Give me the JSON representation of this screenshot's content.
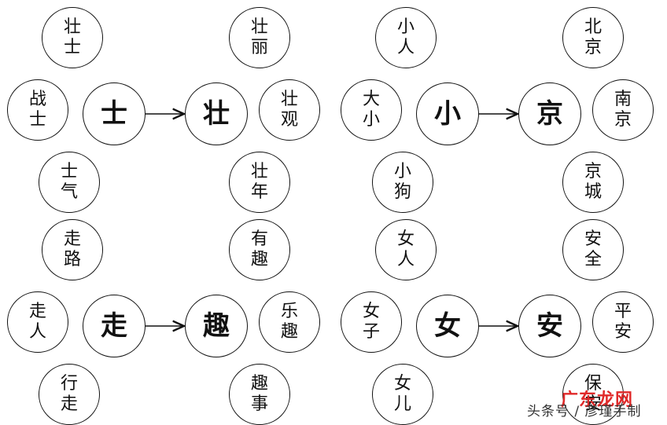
{
  "quadrants": [
    {
      "source": "士",
      "target": "壮",
      "left_words": [
        [
          "壮",
          "士"
        ],
        [
          "战",
          "士"
        ],
        [
          "士",
          "气"
        ]
      ],
      "right_words": [
        [
          "壮",
          "丽"
        ],
        [
          "壮",
          "观"
        ],
        [
          "壮",
          "年"
        ]
      ]
    },
    {
      "source": "小",
      "target": "京",
      "left_words": [
        [
          "小",
          "人"
        ],
        [
          "大",
          "小"
        ],
        [
          "小",
          "狗"
        ]
      ],
      "right_words": [
        [
          "北",
          "京"
        ],
        [
          "南",
          "京"
        ],
        [
          "京",
          "城"
        ]
      ]
    },
    {
      "source": "走",
      "target": "趣",
      "left_words": [
        [
          "走",
          "路"
        ],
        [
          "走",
          "人"
        ],
        [
          "行",
          "走"
        ]
      ],
      "right_words": [
        [
          "有",
          "趣"
        ],
        [
          "乐",
          "趣"
        ],
        [
          "趣",
          "事"
        ]
      ]
    },
    {
      "source": "女",
      "target": "安",
      "left_words": [
        [
          "女",
          "人"
        ],
        [
          "女",
          "子"
        ],
        [
          "女",
          "儿"
        ]
      ],
      "right_words": [
        [
          "安",
          "全"
        ],
        [
          "平",
          "安"
        ],
        [
          "保",
          "安"
        ]
      ]
    }
  ],
  "watermark_text": "头条号 / 彦瑾手制",
  "logo_text": "广东龙网"
}
